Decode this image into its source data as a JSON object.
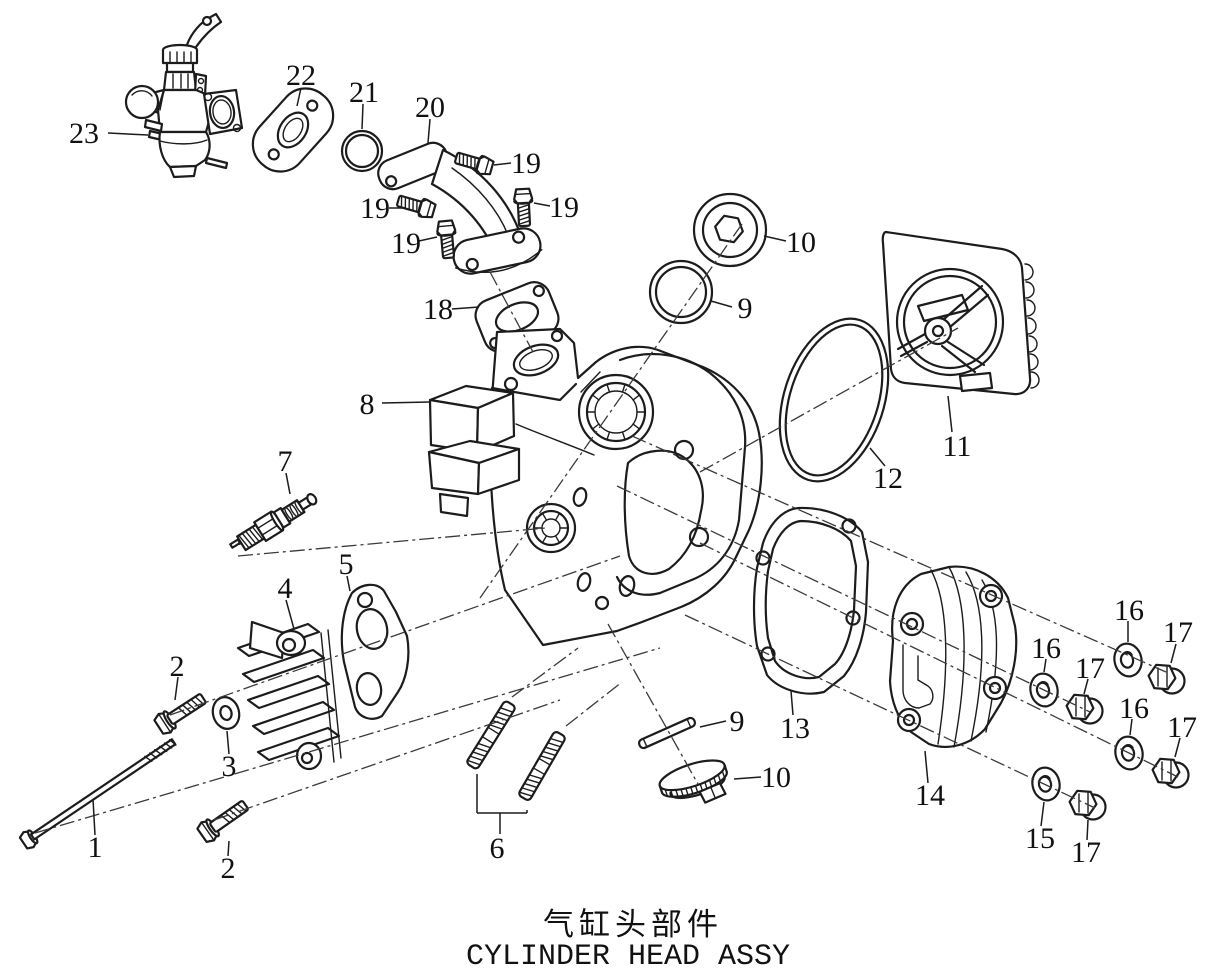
{
  "colors": {
    "line": "#1c1c1c",
    "background": "#ffffff"
  },
  "title": {
    "zh": "气缸头部件",
    "en": "CYLINDER HEAD ASSY"
  },
  "callouts": [
    {
      "text": "23"
    },
    {
      "text": "22"
    },
    {
      "text": "21"
    },
    {
      "text": "20"
    },
    {
      "text": "19"
    },
    {
      "text": "19"
    },
    {
      "text": "19"
    },
    {
      "text": "19"
    },
    {
      "text": "18"
    },
    {
      "text": "10"
    },
    {
      "text": "9"
    },
    {
      "text": "11"
    },
    {
      "text": "12"
    },
    {
      "text": "8"
    },
    {
      "text": "7"
    },
    {
      "text": "5"
    },
    {
      "text": "4"
    },
    {
      "text": "2"
    },
    {
      "text": "3"
    },
    {
      "text": "1"
    },
    {
      "text": "2"
    },
    {
      "text": "6"
    },
    {
      "text": "9"
    },
    {
      "text": "10"
    },
    {
      "text": "13"
    },
    {
      "text": "14"
    },
    {
      "text": "16"
    },
    {
      "text": "17"
    },
    {
      "text": "16"
    },
    {
      "text": "17"
    },
    {
      "text": "16"
    },
    {
      "text": "17"
    },
    {
      "text": "15"
    },
    {
      "text": "17"
    }
  ]
}
